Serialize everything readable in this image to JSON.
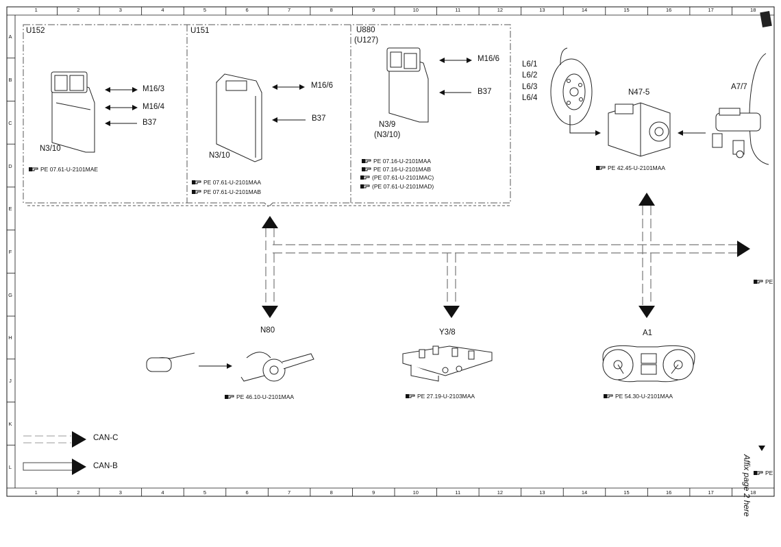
{
  "grid": {
    "columns": [
      "1",
      "2",
      "3",
      "4",
      "5",
      "6",
      "7",
      "8",
      "9",
      "10",
      "11",
      "12",
      "13",
      "14",
      "15",
      "16",
      "17",
      "18"
    ],
    "rows": [
      "A",
      "B",
      "C",
      "D",
      "E",
      "F",
      "G",
      "H",
      "J",
      "K",
      "L"
    ]
  },
  "modules": {
    "u152": {
      "title": "U152",
      "part": "N3/10",
      "ports": [
        "M16/3",
        "M16/4",
        "B37"
      ],
      "refs": [
        "PE 07.61-U-2101MAE"
      ]
    },
    "u151": {
      "title": "U151",
      "part": "N3/10",
      "ports": [
        "M16/6",
        "B37"
      ],
      "refs": [
        "PE 07.61-U-2101MAA",
        "PE 07.61-U-2101MAB"
      ]
    },
    "u880": {
      "title": "U880",
      "title2": "(U127)",
      "part": "N3/9",
      "part2": "(N3/10)",
      "ports": [
        "M16/6",
        "B37"
      ],
      "refs": [
        "PE 07.16-U-2101MAA",
        "PE 07.16-U-2101MAB",
        "(PE 07.61-U-2101MAC)",
        "(PE 07.61-U-2101MAD)"
      ]
    }
  },
  "components": {
    "sensors": [
      "L6/1",
      "L6/2",
      "L6/3",
      "L6/4"
    ],
    "n47": {
      "label": "N47-5",
      "ref": "PE 42.45-U-2101MAA"
    },
    "a77": {
      "label": "A7/7"
    },
    "n80": {
      "label": "N80",
      "ref": "PE 46.10-U-2101MAA"
    },
    "y38": {
      "label": "Y3/8",
      "ref": "PE 27.19-U-2103MAA"
    },
    "a1": {
      "label": "A1",
      "ref": "PE 54.30-U-2101MAA"
    },
    "edge_ref_1": "PE",
    "edge_ref_2": "PE"
  },
  "legend": {
    "can_c": "CAN-C",
    "can_b": "CAN-B"
  },
  "side_note": "Affix page 2 here"
}
